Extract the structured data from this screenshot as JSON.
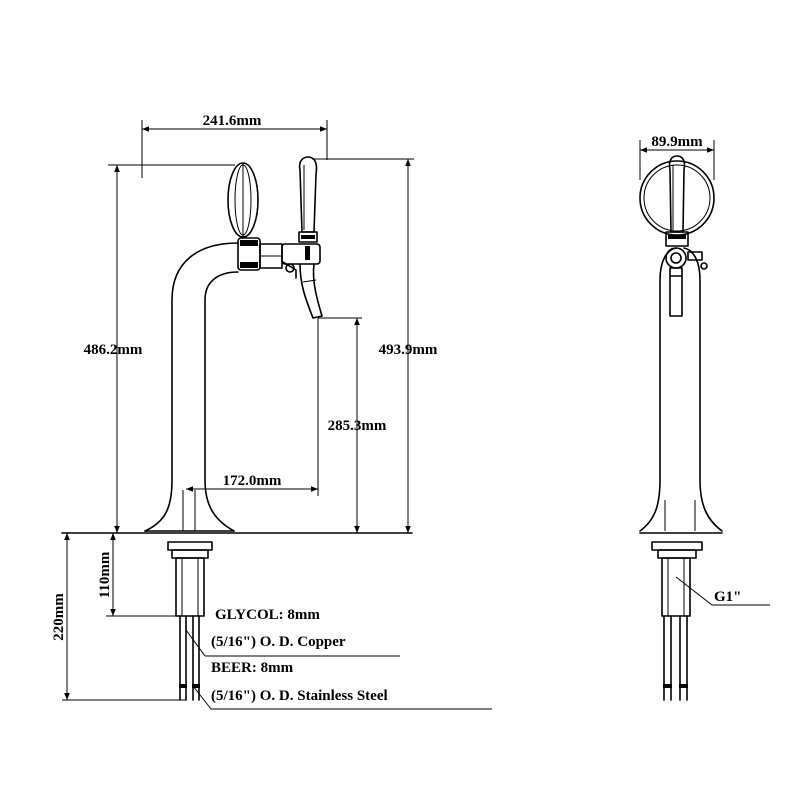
{
  "front_view": {
    "dimensions": {
      "overall_width": "241.6mm",
      "left_height": "486.2mm",
      "right_height": "493.9mm",
      "spout_height": "285.3mm",
      "spout_reach": "172.0mm",
      "shank_length": "110mm",
      "total_length": "220mm"
    },
    "labels": {
      "glycol_line": "GLYCOL: 8mm",
      "glycol_material": "(5/16\") O. D. Copper",
      "beer_line": "BEER: 8mm",
      "beer_material": "(5/16\") O. D. Stainless Steel"
    }
  },
  "side_view": {
    "dimensions": {
      "medallion_width": "89.9mm"
    },
    "labels": {
      "thread": "G1\""
    }
  }
}
